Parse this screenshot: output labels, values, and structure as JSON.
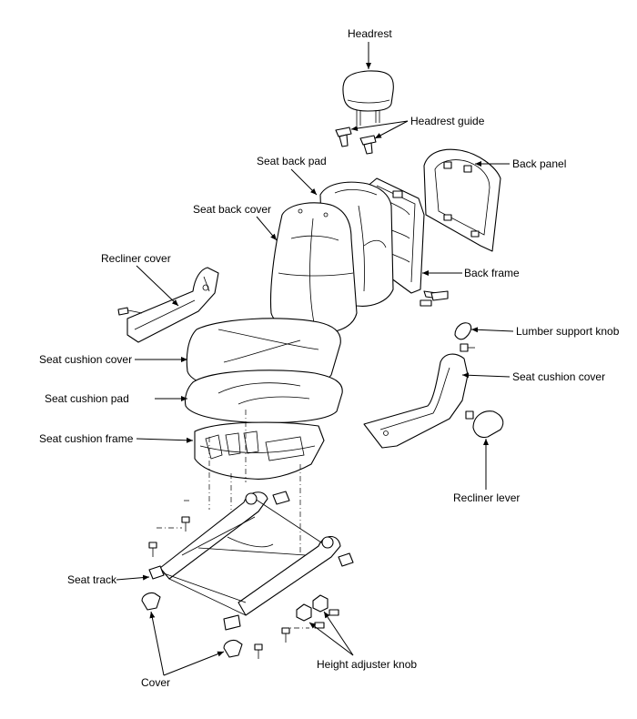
{
  "labels": {
    "headrest": "Headrest",
    "headrest_guide": "Headrest guide",
    "back_panel": "Back panel",
    "seat_back_pad": "Seat back pad",
    "seat_back_cover": "Seat back cover",
    "recliner_cover": "Recliner cover",
    "back_frame": "Back frame",
    "lumber_support_knob": "Lumber support knob",
    "seat_cushion_cover_left": "Seat cushion cover",
    "seat_cushion_cover_right": "Seat cushion cover",
    "seat_cushion_pad": "Seat cushion pad",
    "seat_cushion_frame": "Seat cushion frame",
    "recliner_lever": "Recliner lever",
    "seat_track": "Seat track",
    "height_adjuster_knob": "Height adjuster knob",
    "cover": "Cover"
  }
}
